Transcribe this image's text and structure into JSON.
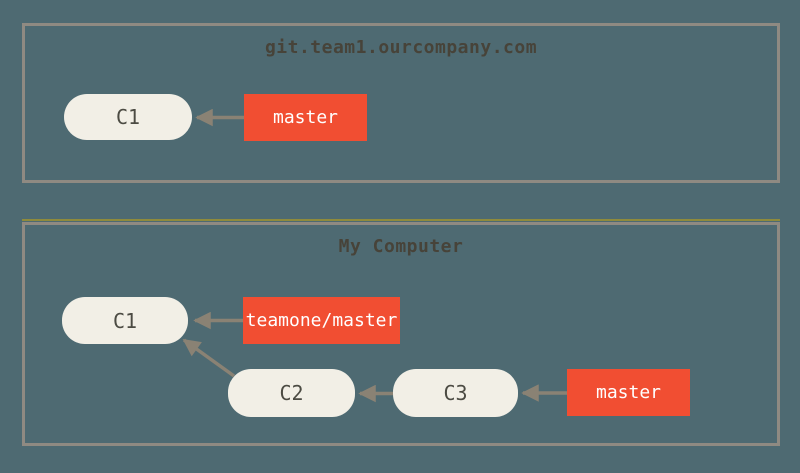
{
  "diagram": {
    "remote": {
      "title": "git.team1.ourcompany.com",
      "commits": [
        {
          "label": "C1"
        }
      ],
      "branches": [
        {
          "label": "master",
          "points_to": "C1"
        }
      ],
      "edges": []
    },
    "local": {
      "title": "My Computer",
      "commits": [
        {
          "label": "C1"
        },
        {
          "label": "C2"
        },
        {
          "label": "C3"
        }
      ],
      "branches": [
        {
          "label": "teamone/master",
          "points_to": "C1"
        },
        {
          "label": "master",
          "points_to": "C3"
        }
      ],
      "edges": [
        {
          "from": "C2",
          "to": "C1"
        },
        {
          "from": "C3",
          "to": "C2"
        }
      ]
    },
    "colors": {
      "background": "#4e6a72",
      "frame_border": "#8f8a82",
      "commit_fill": "#f2efe6",
      "commit_text": "#4c4b43",
      "branch_fill": "#f14e32",
      "branch_text": "#ffffff",
      "arrow": "#8a8274",
      "title_text": "#474339",
      "accent_line": "#8f8b3c"
    }
  }
}
